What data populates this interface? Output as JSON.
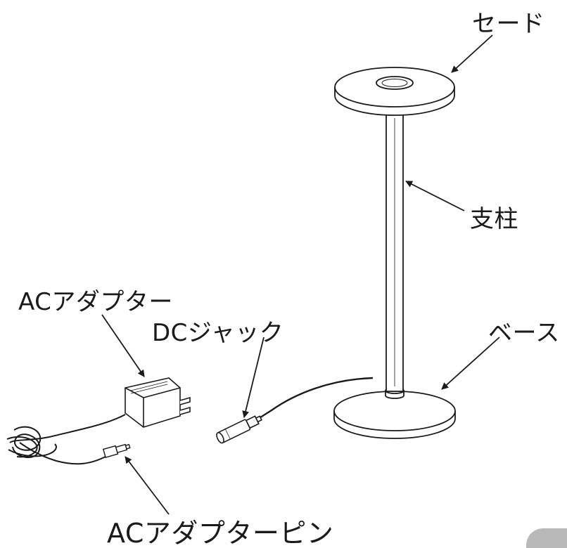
{
  "labels": {
    "shade": "セード",
    "pole": "支柱",
    "ac_adapter": "ACアダプター",
    "dc_jack": "DCジャック",
    "base": "ベース",
    "ac_adapter_pin": "ACアダプターピン"
  },
  "icons": {
    "lamp": "table-lamp-icon",
    "adapter": "ac-adapter-icon",
    "jack": "dc-jack-icon",
    "arrow": "arrow-icon"
  },
  "colors": {
    "line": "#1a1a1a",
    "background": "#ffffff",
    "tab": "#b9b9b9"
  }
}
